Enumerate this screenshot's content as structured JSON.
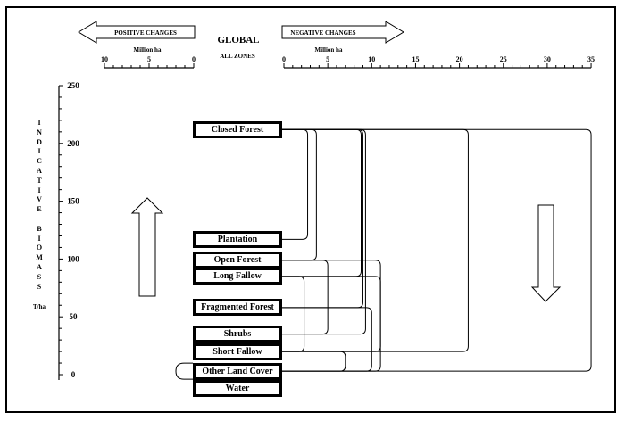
{
  "header": {
    "title": "GLOBAL",
    "subtitle": "ALL ZONES",
    "positive_label": "POSITIVE CHANGES",
    "negative_label": "NEGATIVE CHANGES",
    "unit_left": "Million ha",
    "unit_right": "Million ha"
  },
  "axes": {
    "positive_ticks": [
      "10",
      "5",
      "0"
    ],
    "negative_ticks": [
      "0",
      "5",
      "10",
      "15",
      "20",
      "25",
      "30",
      "35"
    ],
    "y_ticks": [
      "250",
      "200",
      "150",
      "100",
      "50",
      "0"
    ],
    "y_label_letters": [
      "I",
      "N",
      "D",
      "I",
      "C",
      "A",
      "T",
      "I",
      "V",
      "E",
      "",
      "B",
      "I",
      "O",
      "M",
      "A",
      "S",
      "S"
    ],
    "y_unit": "T/ha"
  },
  "land_covers": [
    {
      "label": "Closed Forest",
      "biomass": 212
    },
    {
      "label": "Plantation",
      "biomass": 117
    },
    {
      "label": "Open Forest",
      "biomass": 99
    },
    {
      "label": "Long Fallow",
      "biomass": 85
    },
    {
      "label": "Fragmented Forest",
      "biomass": 58
    },
    {
      "label": "Shrubs",
      "biomass": 35
    },
    {
      "label": "Short Fallow",
      "biomass": 20
    },
    {
      "label": "Other Land Cover",
      "biomass": 3
    },
    {
      "label": "Water",
      "biomass": -12
    }
  ],
  "flows": [
    {
      "from": 0,
      "to": 7,
      "change": 35
    },
    {
      "from": 0,
      "to": 6,
      "change": 21
    },
    {
      "from": 0,
      "to": 5,
      "change": 9.3
    },
    {
      "from": 0,
      "to": 4,
      "change": 9
    },
    {
      "from": 0,
      "to": 3,
      "change": 8.8
    },
    {
      "from": 0,
      "to": 2,
      "change": 3.7
    },
    {
      "from": 0,
      "to": 1,
      "change": 2.7
    },
    {
      "from": 2,
      "to": 6,
      "change": 11
    },
    {
      "from": 2,
      "to": 5,
      "change": 5
    },
    {
      "from": 3,
      "to": 7,
      "change": 11
    },
    {
      "from": 3,
      "to": 6,
      "change": 2.3
    },
    {
      "from": 4,
      "to": 7,
      "change": 10
    },
    {
      "from": 7,
      "to": 6,
      "change": 7
    }
  ]
}
